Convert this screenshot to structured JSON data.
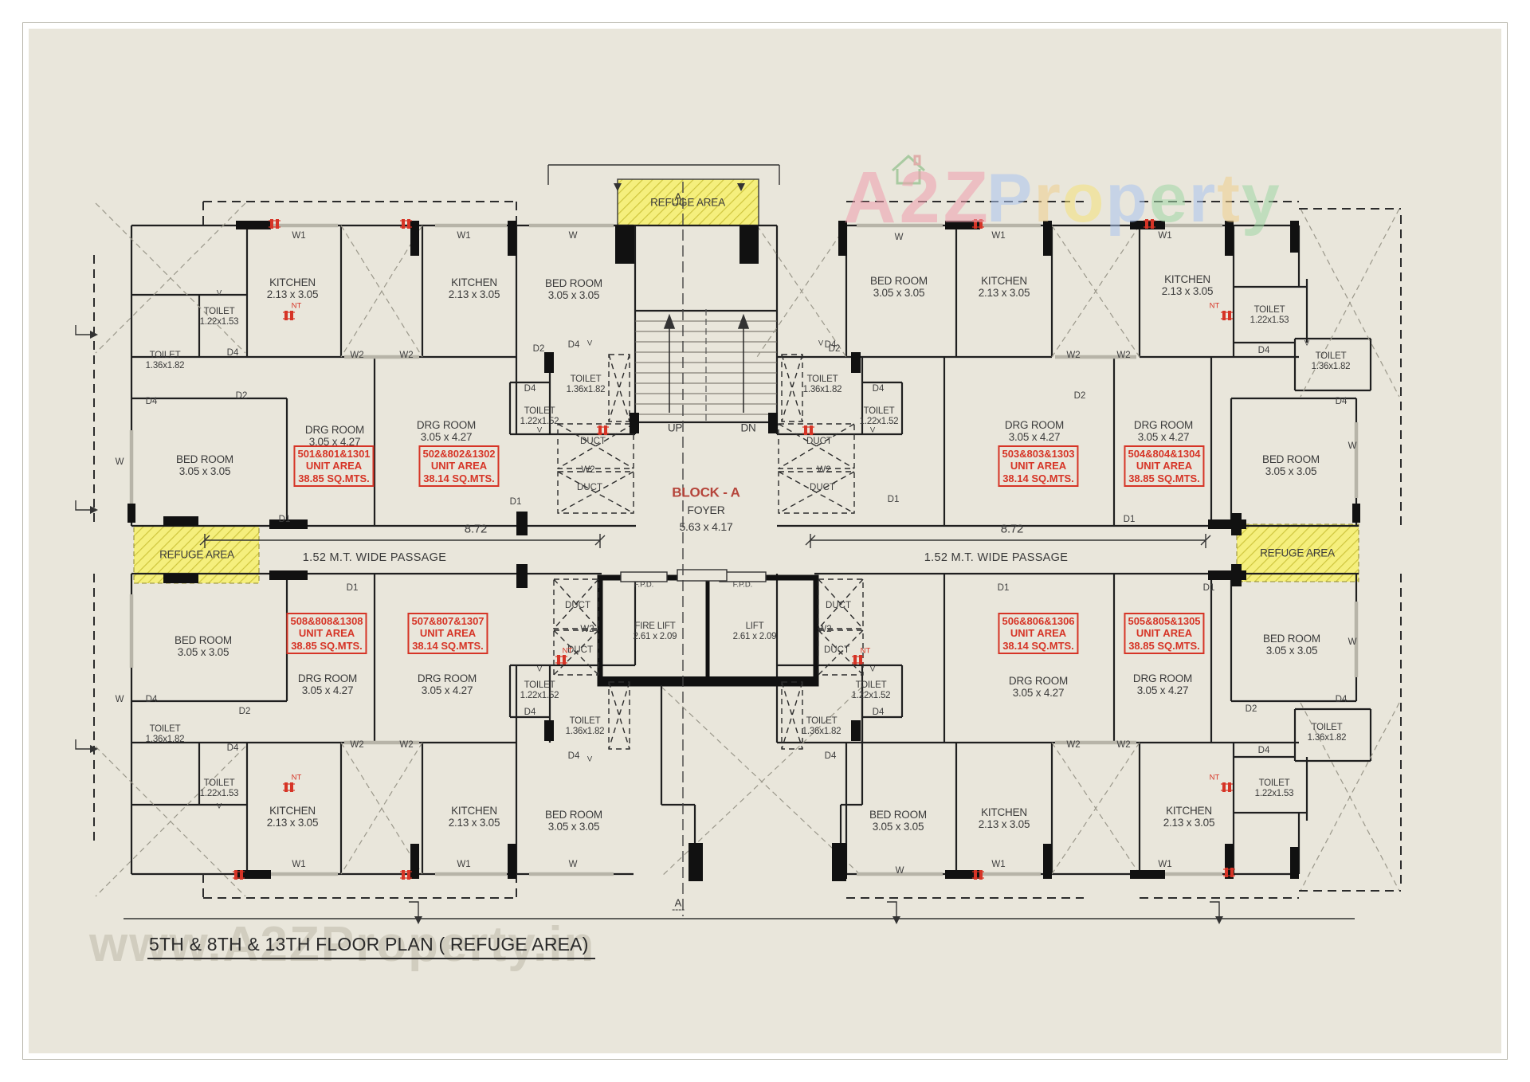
{
  "title": "5TH & 8TH & 13TH FLOOR PLAN ( REFUGE AREA)",
  "watermark": {
    "a2z": "A2Z",
    "property_letters": [
      "P",
      "r",
      "o",
      "p",
      "e",
      "r",
      "t",
      "y"
    ],
    "url": "www.A2ZProperty.in"
  },
  "block": {
    "name": "BLOCK - A",
    "foyer": "FOYER",
    "foyer_dim": "5.63 x 4.17"
  },
  "core": {
    "up": "UP",
    "dn": "DN",
    "fire_lift": "FIRE LIFT",
    "lift": "LIFT",
    "lift_dim": "2.61 x 2.09",
    "fpd": "F.P.D.",
    "duct": "DUCT"
  },
  "refuge": {
    "label": "REFUGE AREA"
  },
  "passage": {
    "dim": "8.72",
    "label": "1.52 M.T. WIDE PASSAGE"
  },
  "rooms": {
    "kitchen": {
      "name": "KITCHEN",
      "dim": "2.13 x 3.05"
    },
    "bedroom": {
      "name": "BED ROOM",
      "dim": "3.05 x 3.05"
    },
    "drg": {
      "name": "DRG ROOM",
      "dim": "3.05 x 4.27"
    },
    "toilet_a": {
      "name": "TOILET",
      "dim": "1.36x1.82"
    },
    "toilet_b": {
      "name": "TOILET",
      "dim": "1.22x1.52"
    },
    "toilet_c": {
      "name": "TOILET",
      "dim": "1.22x1.53"
    }
  },
  "units": [
    {
      "id": "501&801&1301",
      "label": "UNIT AREA",
      "area": "38.85 SQ.MTS."
    },
    {
      "id": "502&802&1302",
      "label": "UNIT AREA",
      "area": "38.14 SQ.MTS."
    },
    {
      "id": "503&803&1303",
      "label": "UNIT AREA",
      "area": "38.14 SQ.MTS."
    },
    {
      "id": "504&804&1304",
      "label": "UNIT AREA",
      "area": "38.85 SQ.MTS."
    },
    {
      "id": "505&805&1305",
      "label": "UNIT AREA",
      "area": "38.85 SQ.MTS."
    },
    {
      "id": "506&806&1306",
      "label": "UNIT AREA",
      "area": "38.14 SQ.MTS."
    },
    {
      "id": "507&807&1307",
      "label": "UNIT AREA",
      "area": "38.14 SQ.MTS."
    },
    {
      "id": "508&808&1308",
      "label": "UNIT AREA",
      "area": "38.85 SQ.MTS."
    }
  ],
  "tags": {
    "w": "W",
    "w1": "W1",
    "w2": "W2",
    "d1": "D1",
    "d2": "D2",
    "d4": "D4",
    "v": "V",
    "nt": "NT",
    "a": "A"
  },
  "colors": {
    "paper": "#e9e6db",
    "line": "#1f1f1f",
    "red": "#d63426",
    "refuge_fill": "#f5ef7d",
    "refuge_hatch": "#cfc63e",
    "block_a_red": "#b5443a",
    "watermark_pink": "#ef9fae",
    "watermark_blue": "#aac4ef",
    "watermark_yellow": "#f0cf8e",
    "watermark_green": "#9fd6a5",
    "watermark_gray": "#c9c5b6"
  }
}
